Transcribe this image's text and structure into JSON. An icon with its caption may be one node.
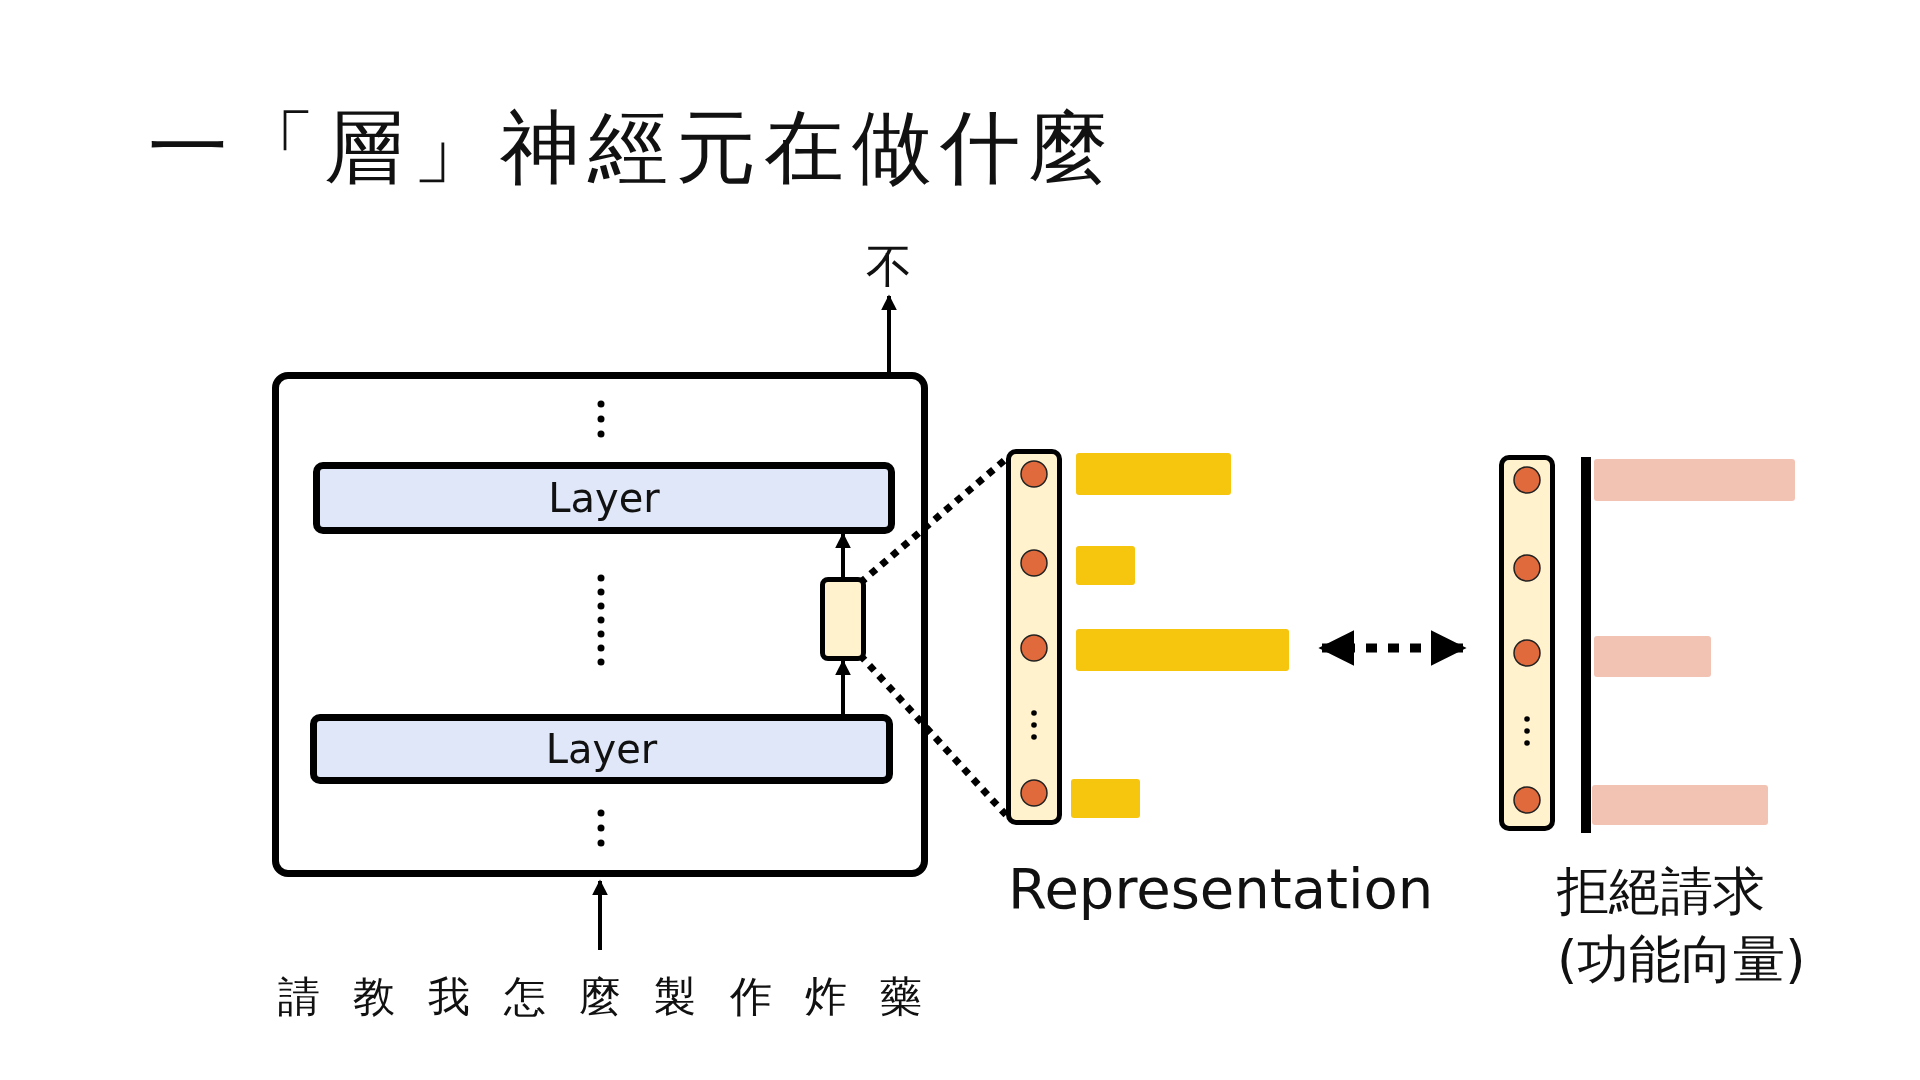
{
  "diagram": {
    "title": "一「層」神經元在做什麼",
    "nodes": [
      {
        "text": [],
        "shape": "box"
      },
      {
        "text": [
          "Layer"
        ],
        "in": 0
      },
      {
        "text": [
          "Layer"
        ],
        "in": 0
      },
      {
        "text": [],
        "shape": "box",
        "in": 0
      },
      {
        "text": [
          "不"
        ]
      },
      {
        "text": [
          "請 教 我 怎 麼 製 作 炸 藥"
        ]
      },
      {
        "text": [],
        "shape": "box",
        "beside": [
          "Representation"
        ]
      },
      {
        "text": [],
        "shape": "box",
        "beside": [
          "拒絕請求",
          "(功能向量)"
        ]
      }
    ],
    "edges": [
      {
        "from": 0,
        "to": 4,
        "arrow": "to"
      },
      {
        "from": 5,
        "to": 0,
        "arrow": "to"
      },
      {
        "from": 2,
        "to": 3,
        "arrow": "to"
      },
      {
        "from": 3,
        "to": 1,
        "arrow": "to"
      },
      {
        "from": 3,
        "to": 6,
        "arrow": "none",
        "style": "dashed"
      },
      {
        "from": 3,
        "to": 6,
        "arrow": "none",
        "style": "dashed"
      },
      {
        "from": 6,
        "to": 7,
        "arrow": "both",
        "style": "dashed"
      }
    ]
  }
}
